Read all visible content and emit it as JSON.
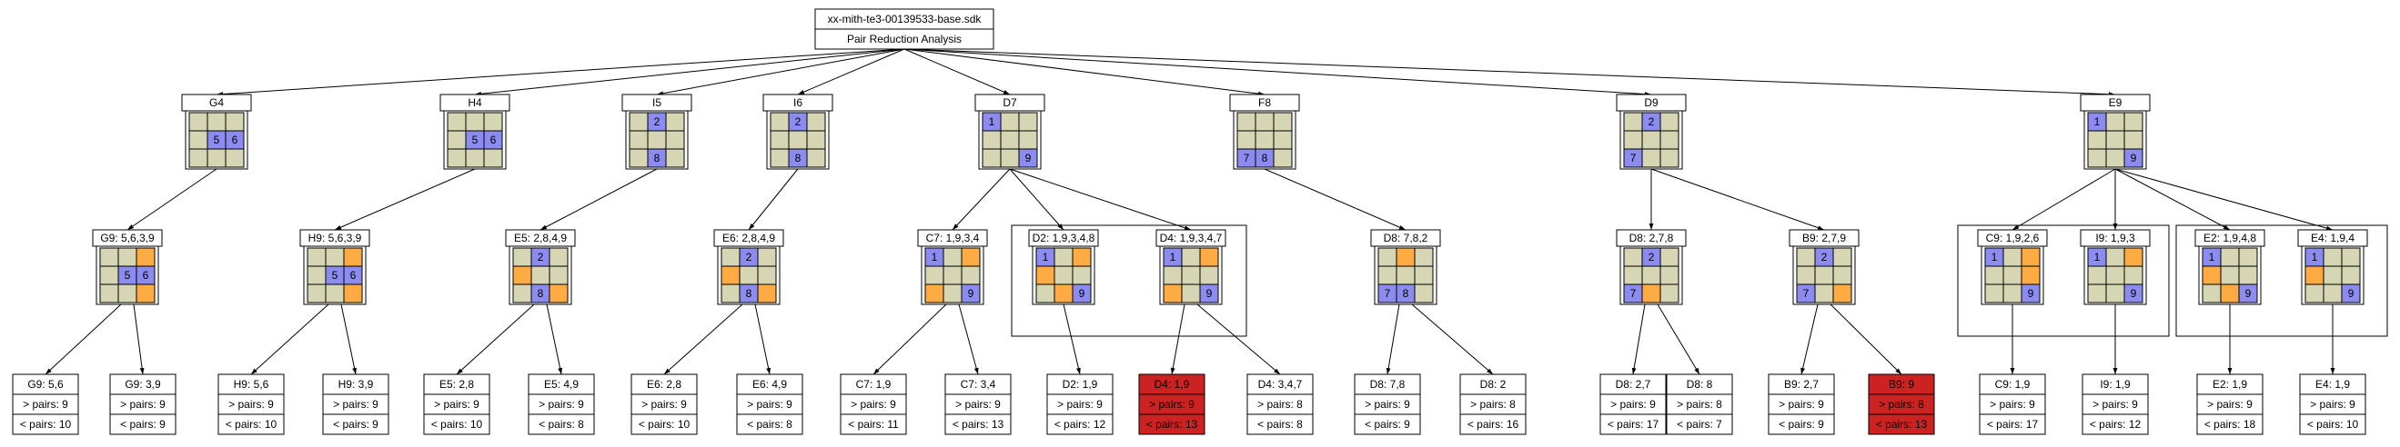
{
  "colors": {
    "cell_bg": "#d6d6b4",
    "blue": "#8c8cf0",
    "orange": "#ffab44",
    "red": "#cc2222",
    "line": "#000000"
  },
  "root": {
    "title": "xx-mith-te3-00139533-base.sdk",
    "subtitle": "Pair Reduction Analysis"
  },
  "groups": [
    {
      "title": "G4",
      "cells": [
        [
          "",
          "",
          ""
        ],
        [
          "",
          "5b",
          "6b"
        ],
        [
          "",
          "",
          ""
        ]
      ],
      "children": [
        {
          "title": "G9: 5,6,3,9",
          "cells": [
            [
              "",
              "",
              "o"
            ],
            [
              "",
              "5b",
              "6b"
            ],
            [
              "",
              "",
              "o"
            ]
          ],
          "leaves": [
            {
              "title": "G9: 5,6",
              "more": "> pairs: 9",
              "less": "< pairs: 10",
              "red": false
            },
            {
              "title": "G9: 3,9",
              "more": "> pairs: 9",
              "less": "< pairs: 9",
              "red": false
            }
          ]
        }
      ]
    },
    {
      "title": "H4",
      "cells": [
        [
          "",
          "",
          ""
        ],
        [
          "",
          "5b",
          "6b"
        ],
        [
          "",
          "",
          ""
        ]
      ],
      "children": [
        {
          "title": "H9: 5,6,3,9",
          "cells": [
            [
              "",
              "",
              "o"
            ],
            [
              "",
              "5b",
              "6b"
            ],
            [
              "",
              "",
              "o"
            ]
          ],
          "leaves": [
            {
              "title": "H9: 5,6",
              "more": "> pairs: 9",
              "less": "< pairs: 10",
              "red": false
            },
            {
              "title": "H9: 3,9",
              "more": "> pairs: 9",
              "less": "< pairs: 9",
              "red": false
            }
          ]
        }
      ]
    },
    {
      "title": "I5",
      "cells": [
        [
          "",
          "2b",
          ""
        ],
        [
          "",
          "",
          ""
        ],
        [
          "",
          "8b",
          ""
        ]
      ],
      "children": [
        {
          "title": "E5: 2,8,4,9",
          "cells": [
            [
              "",
              "2b",
              ""
            ],
            [
              "o",
              "",
              ""
            ],
            [
              "",
              "8b",
              "o"
            ]
          ],
          "leaves": [
            {
              "title": "E5: 2,8",
              "more": "> pairs: 9",
              "less": "< pairs: 10",
              "red": false
            },
            {
              "title": "E5: 4,9",
              "more": "> pairs: 9",
              "less": "< pairs: 8",
              "red": false
            }
          ]
        }
      ]
    },
    {
      "title": "I6",
      "cells": [
        [
          "",
          "2b",
          ""
        ],
        [
          "",
          "",
          ""
        ],
        [
          "",
          "8b",
          ""
        ]
      ],
      "children": [
        {
          "title": "E6: 2,8,4,9",
          "cells": [
            [
              "",
              "2b",
              ""
            ],
            [
              "o",
              "",
              ""
            ],
            [
              "",
              "8b",
              "o"
            ]
          ],
          "leaves": [
            {
              "title": "E6: 2,8",
              "more": "> pairs: 9",
              "less": "< pairs: 10",
              "red": false
            },
            {
              "title": "E6: 4,9",
              "more": "> pairs: 9",
              "less": "< pairs: 8",
              "red": false
            }
          ]
        }
      ]
    },
    {
      "title": "D7",
      "cells": [
        [
          "1b",
          "",
          ""
        ],
        [
          "",
          "",
          ""
        ],
        [
          "",
          "",
          "9b"
        ]
      ],
      "children": [
        {
          "title": "C7: 1,9,3,4",
          "cells": [
            [
              "1b",
              "",
              "o"
            ],
            [
              "",
              "",
              ""
            ],
            [
              "o",
              "",
              "9b"
            ]
          ],
          "leaves": [
            {
              "title": "C7: 1,9",
              "more": "> pairs: 9",
              "less": "< pairs: 11",
              "red": false
            },
            {
              "title": "C7: 3,4",
              "more": "> pairs: 9",
              "less": "< pairs: 13",
              "red": false
            }
          ]
        },
        {
          "title": "D2: 1,9,3,4,8",
          "cells": [
            [
              "1b",
              "",
              "o"
            ],
            [
              "o",
              "",
              ""
            ],
            [
              "",
              "o",
              "9b"
            ]
          ],
          "leaves": [
            {
              "title": "D2: 1,9",
              "more": "> pairs: 9",
              "less": "< pairs: 12",
              "red": false
            }
          ]
        },
        {
          "title": "D4: 1,9,3,4,7",
          "cells": [
            [
              "1b",
              "",
              "o"
            ],
            [
              "",
              "",
              ""
            ],
            [
              "o",
              "",
              "9b"
            ]
          ],
          "leaves": [
            {
              "title": "D4: 1,9",
              "more": "> pairs: 9",
              "less": "< pairs: 13",
              "red": true
            },
            {
              "title": "D4: 3,4,7",
              "more": "> pairs: 8",
              "less": "< pairs: 8",
              "red": false
            }
          ]
        }
      ]
    },
    {
      "title": "F8",
      "cells": [
        [
          "",
          "",
          ""
        ],
        [
          "",
          "",
          ""
        ],
        [
          "7b",
          "8b",
          ""
        ]
      ],
      "children": [
        {
          "title": "D8: 7,8,2",
          "cells": [
            [
              "",
              "o",
              ""
            ],
            [
              "",
              "",
              ""
            ],
            [
              "7b",
              "8b",
              ""
            ]
          ],
          "leaves": [
            {
              "title": "D8: 7,8",
              "more": "> pairs: 9",
              "less": "< pairs: 9",
              "red": false
            },
            {
              "title": "D8: 2",
              "more": "> pairs: 8",
              "less": "< pairs: 16",
              "red": false
            }
          ]
        }
      ]
    },
    {
      "title": "D9",
      "cells": [
        [
          "",
          "2b",
          ""
        ],
        [
          "",
          "",
          ""
        ],
        [
          "7b",
          "",
          ""
        ]
      ],
      "children": [
        {
          "title": "D8: 2,7,8",
          "cells": [
            [
              "",
              "2b",
              ""
            ],
            [
              "",
              "",
              ""
            ],
            [
              "7b",
              "o",
              ""
            ]
          ],
          "leaves": [
            {
              "title": "D8: 2,7",
              "more": "> pairs: 9",
              "less": "< pairs: 17",
              "red": false
            },
            {
              "title": "D8: 8",
              "more": "> pairs: 8",
              "less": "< pairs: 7",
              "red": false
            }
          ]
        },
        {
          "title": "B9: 2,7,9",
          "cells": [
            [
              "",
              "2b",
              ""
            ],
            [
              "",
              "",
              ""
            ],
            [
              "7b",
              "",
              "o"
            ]
          ],
          "leaves": [
            {
              "title": "B9: 2,7",
              "more": "> pairs: 9",
              "less": "< pairs: 9",
              "red": false
            },
            {
              "title": "B9: 9",
              "more": "> pairs: 8",
              "less": "< pairs: 13",
              "red": true
            }
          ]
        }
      ]
    },
    {
      "title": "E9",
      "cells": [
        [
          "1b",
          "",
          ""
        ],
        [
          "",
          "",
          ""
        ],
        [
          "",
          "",
          "9b"
        ]
      ],
      "children": [
        {
          "title": "C9: 1,9,2,6",
          "cells": [
            [
              "1b",
              "",
              "o"
            ],
            [
              "",
              "",
              "o"
            ],
            [
              "",
              "",
              "9b"
            ]
          ],
          "leaves": [
            {
              "title": "C9: 1,9",
              "more": "> pairs: 9",
              "less": "< pairs: 17",
              "red": false
            }
          ]
        },
        {
          "title": "I9: 1,9,3",
          "cells": [
            [
              "1b",
              "",
              "o"
            ],
            [
              "",
              "",
              ""
            ],
            [
              "",
              "",
              "9b"
            ]
          ],
          "leaves": [
            {
              "title": "I9: 1,9",
              "more": "> pairs: 9",
              "less": "< pairs: 12",
              "red": false
            }
          ]
        },
        {
          "title": "E2: 1,9,4,8",
          "cells": [
            [
              "1b",
              "",
              ""
            ],
            [
              "o",
              "",
              ""
            ],
            [
              "",
              "o",
              "9b"
            ]
          ],
          "leaves": [
            {
              "title": "E2: 1,9",
              "more": "> pairs: 9",
              "less": "< pairs: 18",
              "red": false
            }
          ]
        },
        {
          "title": "E4: 1,9,4",
          "cells": [
            [
              "1b",
              "",
              ""
            ],
            [
              "o",
              "",
              ""
            ],
            [
              "",
              "",
              "9b"
            ]
          ],
          "leaves": [
            {
              "title": "E4: 1,9",
              "more": "> pairs: 9",
              "less": "< pairs: 10",
              "red": false
            }
          ]
        }
      ]
    }
  ]
}
